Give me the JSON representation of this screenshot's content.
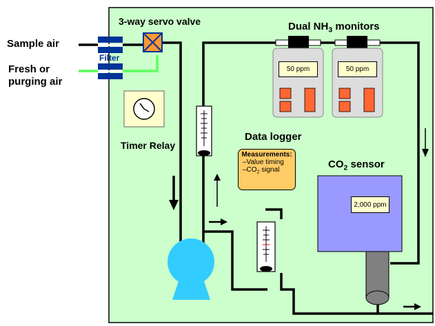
{
  "labels": {
    "sample_air": "Sample air",
    "fresh_air_line1": "Fresh or",
    "fresh_air_line2": "purging air",
    "servo_valve": "3-way servo valve",
    "filter": "Filter",
    "timer_relay": "Timer Relay",
    "nh3_prefix": "Dual NH",
    "nh3_sub": "3",
    "nh3_suffix": " monitors",
    "data_logger": "Data logger",
    "co2_prefix": "CO",
    "co2_sub": "2",
    "co2_suffix": " sensor"
  },
  "measurements": {
    "heading": "Measurements:",
    "item1": "–Value timing",
    "item2_prefix": "–CO",
    "item2_sub": "2",
    "item2_suffix": " signal"
  },
  "displays": {
    "nh3_monitor_1": "50 ppm",
    "nh3_monitor_2": "50 ppm",
    "co2_sensor": "2,000 ppm"
  },
  "colors": {
    "panel_background": "#ccffcc",
    "sample_line": "#000000",
    "fresh_air_line": "#66ff66",
    "filter": "#003399",
    "valve": "#ff9933",
    "monitor_body": "#dddddd",
    "monitor_buttons": "#ff6633",
    "logger_box": "#ffcc66",
    "co2_sensor_body": "#9999ff",
    "co2_probe": "#808080",
    "pump": "#33ccff",
    "display": "#ffffcc"
  }
}
